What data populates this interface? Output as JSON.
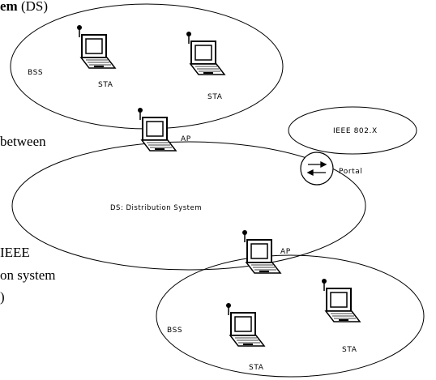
{
  "heading": {
    "bold_part": "em",
    "rest": " (DS)"
  },
  "side_text": {
    "line1": "between",
    "line2": "IEEE",
    "line3": "on system",
    "line4": ")"
  },
  "bss_top": {
    "label": "BSS",
    "sta_left": "STA",
    "sta_right": "STA",
    "ap": "AP"
  },
  "ieee_box": {
    "label": "IEEE 802.X"
  },
  "portal": {
    "label": "Portal"
  },
  "ds": {
    "label": "DS: Distribution System"
  },
  "bss_bottom": {
    "label": "BSS",
    "ap": "AP",
    "sta_left": "STA",
    "sta_right": "STA"
  },
  "icons": {
    "station": "laptop-computer-icon",
    "access_point": "access-point-computer-icon",
    "portal": "bidirectional-arrows-icon"
  },
  "colors": {
    "stroke": "#000000",
    "background": "#ffffff"
  }
}
